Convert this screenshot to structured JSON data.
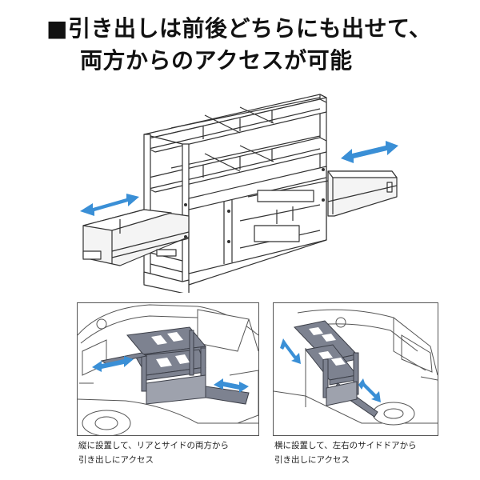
{
  "headline": {
    "line1": "■引き出しは前後どちらにも出せて、",
    "line2": "両方からのアクセスが可能"
  },
  "colors": {
    "arrow": "#3a8fd6",
    "frame_dark": "#555a66",
    "line": "#333333"
  },
  "figures": {
    "left": {
      "caption_line1": "縦に設置して、リアとサイドの両方から",
      "caption_line2": "引き出しにアクセス"
    },
    "right": {
      "caption_line1": "横に設置して、左右のサイドドアから",
      "caption_line2": "引き出しにアクセス"
    }
  }
}
